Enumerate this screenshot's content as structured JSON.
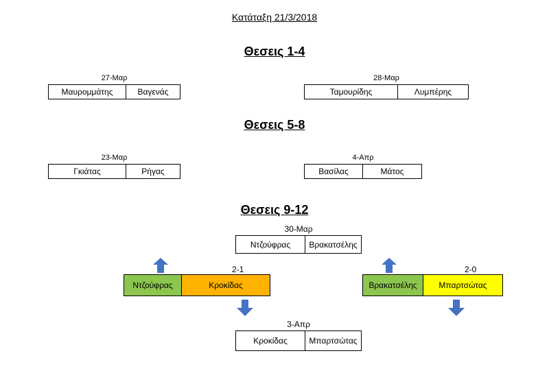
{
  "title": "Κατάταξη 21/3/2018",
  "sections": [
    {
      "heading": "Θεσεις 1-4",
      "matches": [
        {
          "date": "27-Μαρ",
          "home": "Μαυρομμάτης",
          "away": "Βαγενάς"
        },
        {
          "date": "28-Μαρ",
          "home": "Ταμουρίδης",
          "away": "Λυμπέρης"
        }
      ]
    },
    {
      "heading": "Θεσεις 5-8",
      "matches": [
        {
          "date": "23-Μαρ",
          "home": "Γκιάτας",
          "away": "Ρήγας"
        },
        {
          "date": "4-Απρ",
          "home": "Βασίλας",
          "away": "Μάτος"
        }
      ]
    },
    {
      "heading": "Θεσεις 9-12",
      "upcoming_top": {
        "date": "30-Μαρ",
        "home": "Ντζούφρας",
        "away": "Βρακατσέλης"
      },
      "results": [
        {
          "winner": "Ντζούφρας",
          "loser": "Κροκίδας",
          "score": "2-1",
          "winner_color": "#8dc64f",
          "loser_color": "#ffb200"
        },
        {
          "winner": "Βρακατσέλης",
          "loser": "Μπαρτσώτας",
          "score": "2-0",
          "winner_color": "#8dc64f",
          "loser_color": "#ffff00"
        }
      ],
      "upcoming_bottom": {
        "date": "3-Απρ",
        "home": "Κροκίδας",
        "away": "Μπαρτσώτας"
      }
    }
  ],
  "arrow_color": "#4472c4"
}
